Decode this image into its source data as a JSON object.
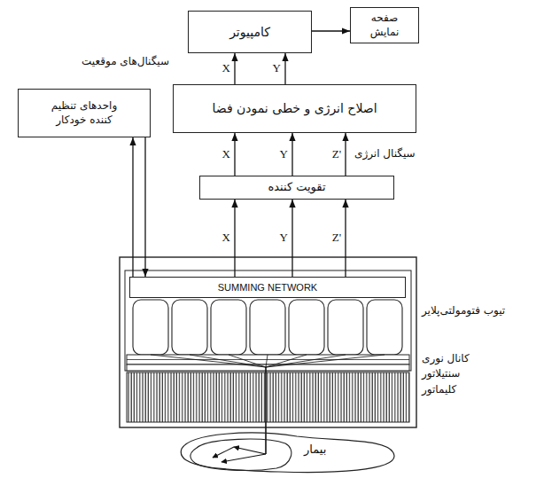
{
  "diagram": {
    "nodes": [
      {
        "text": [
          "کامپیوتر"
        ]
      },
      {
        "text": [
          "صفحه نمایش"
        ]
      },
      {
        "text": [
          "اصلاح انرژی و خطی نمودن فضا"
        ]
      },
      {
        "text": [
          "واحدهای تنظیم کننده خودکار"
        ]
      },
      {
        "text": [
          "تقویت کننده"
        ]
      },
      {
        "text": [
          "SUMMING NETWORK"
        ]
      },
      {
        "text": [
          "بیمار"
        ]
      }
    ],
    "edges": [
      {
        "from": 0,
        "to": 1,
        "arrow": "to"
      },
      {
        "from": 2,
        "to": 0,
        "arrow": "to",
        "label": "X"
      },
      {
        "from": 2,
        "to": 0,
        "arrow": "to",
        "label": "Y"
      },
      {
        "from": 4,
        "to": 2,
        "arrow": "to",
        "label": "X"
      },
      {
        "from": 4,
        "to": 2,
        "arrow": "to",
        "label": "Y"
      },
      {
        "from": 4,
        "to": 2,
        "arrow": "to",
        "label": "Z'"
      },
      {
        "from": 5,
        "to": 4,
        "arrow": "to",
        "label": "X"
      },
      {
        "from": 5,
        "to": 4,
        "arrow": "to",
        "label": "Y"
      },
      {
        "from": 5,
        "to": 4,
        "arrow": "to",
        "label": "Z'"
      },
      {
        "from": 5,
        "to": 3,
        "arrow": "to"
      },
      {
        "from": 3,
        "to": 5,
        "arrow": "to"
      }
    ],
    "labels": [
      "سیگنال‌های موقعیت",
      "سیگنال انرژی",
      "تیوب فتومولتی‌پلایر",
      "کانال نوری",
      "سنتیلاتور",
      "کلیماتور"
    ]
  }
}
